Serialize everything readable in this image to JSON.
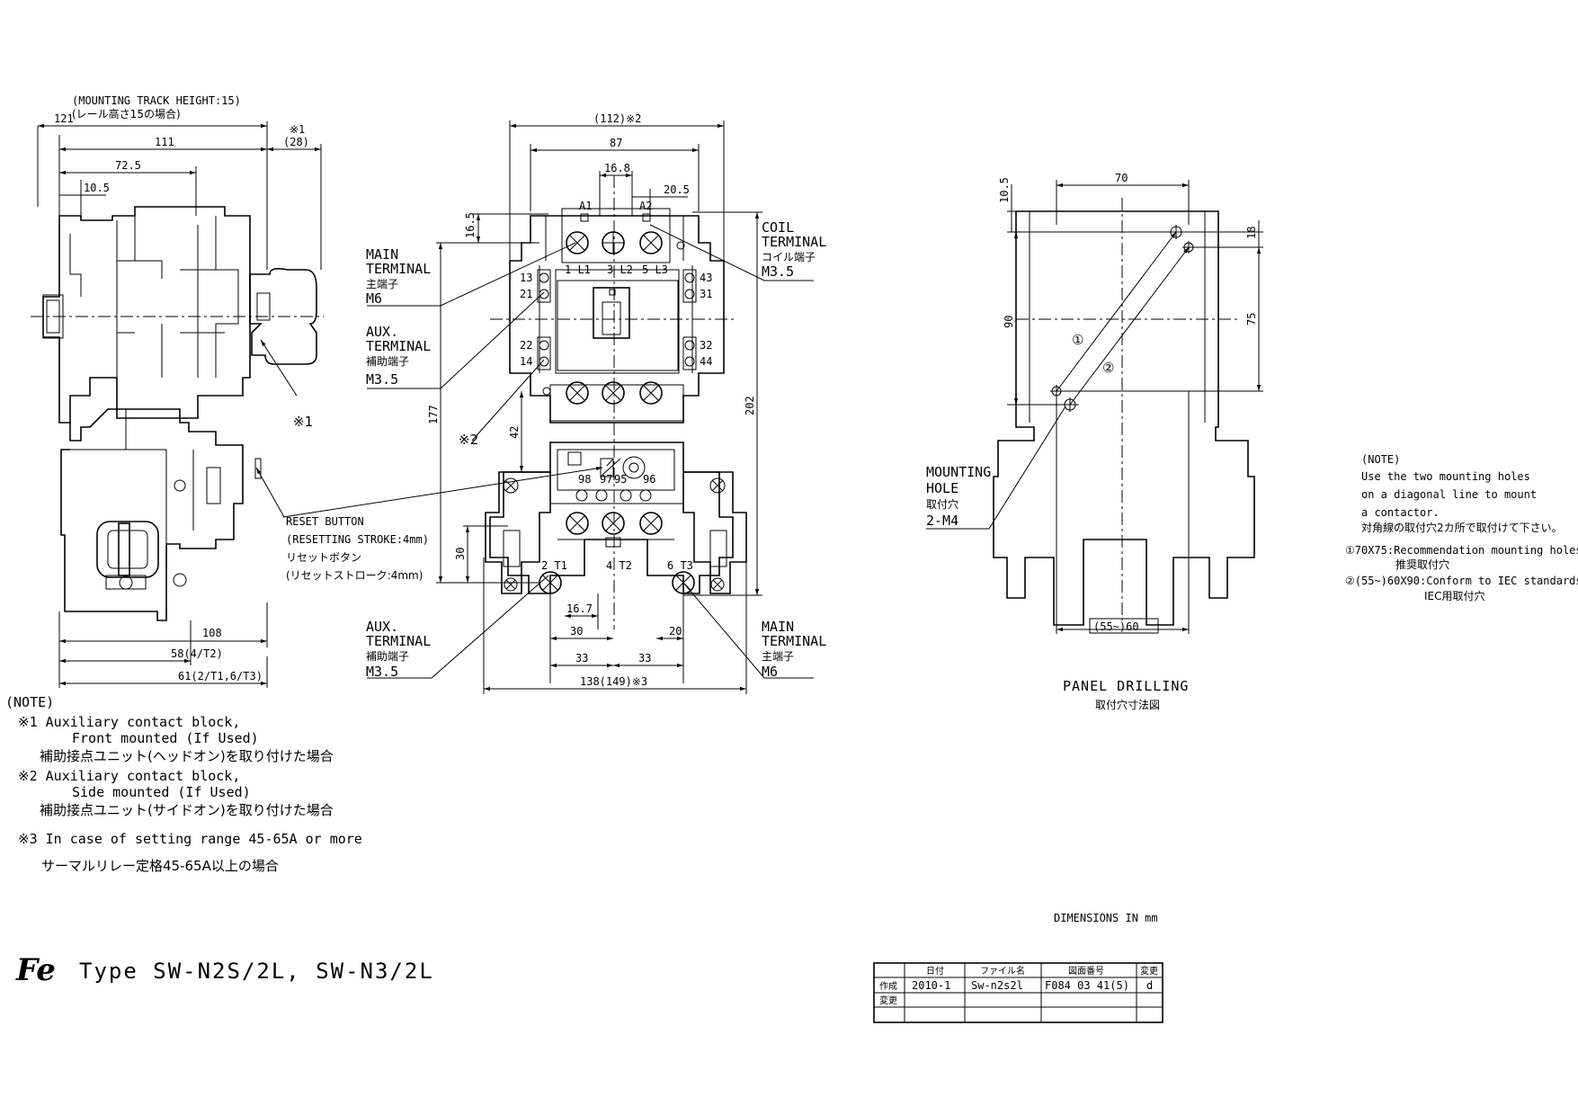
{
  "left_view": {
    "track_note_en": "(MOUNTING TRACK HEIGHT:15)",
    "track_note_jp": "(レール高さ15の場合)",
    "dims": {
      "d121": "121",
      "d111": "111",
      "d72_5": "72.5",
      "d10_5": "10.5",
      "aux_ref": "※1",
      "d28": "(28)",
      "d108": "108",
      "d58": "58(4/T2)",
      "d61": "61(2/T1,6/T3)"
    },
    "mark1": "※1"
  },
  "front_view": {
    "dims": {
      "d112": "(112)※2",
      "d87": "87",
      "d16_8": "16.8",
      "d20_5": "20.5",
      "d16_5": "16.5",
      "d177": "177",
      "d202": "202",
      "d42": "42",
      "d30v": "30",
      "d16_7": "16.7",
      "d30": "30",
      "d20": "20",
      "d33a": "33",
      "d33b": "33",
      "d138": "138(149)※3"
    },
    "terminals": {
      "a1": "A1",
      "a2": "A2",
      "l1": "1 L1",
      "l2": "3 L2",
      "l3": "5 L3",
      "t1": "2 T1",
      "t2": "4 T2",
      "t3": "6 T3",
      "n13": "13",
      "n21": "21",
      "n22": "22",
      "n14": "14",
      "n43": "43",
      "n31": "31",
      "n32": "32",
      "n44": "44",
      "n98": "98",
      "n97": "97",
      "n95": "95",
      "n96": "96"
    },
    "labels": {
      "main_terminal_top": [
        "MAIN",
        "TERMINAL",
        "主端子",
        "M6"
      ],
      "aux_terminal_top": [
        "AUX.",
        "TERMINAL",
        "補助端子",
        "M3.5"
      ],
      "coil_terminal": [
        "COIL",
        "TERMINAL",
        "コイル端子",
        "M3.5"
      ],
      "aux_terminal_bottom": [
        "AUX.",
        "TERMINAL",
        "補助端子",
        "M3.5"
      ],
      "main_terminal_bottom": [
        "MAIN",
        "TERMINAL",
        "主端子",
        "M6"
      ],
      "mark2": "※2"
    },
    "reset": {
      "line1": "RESET BUTTON",
      "line2": "(RESETTING STROKE:4mm)",
      "line3": "リセットボタン",
      "line4": "(リセットストローク:4mm)"
    }
  },
  "panel_view": {
    "dims": {
      "d70": "70",
      "d10_5": "10.5",
      "d18": "18",
      "d90": "90",
      "d75": "75",
      "d55_60": "(55~)60"
    },
    "circle1": "①",
    "circle2": "②",
    "mounting": [
      "MOUNTING",
      "HOLE",
      "取付穴",
      "2-M4"
    ],
    "caption_en": "PANEL DRILLING",
    "caption_jp": "取付穴寸法図"
  },
  "right_notes": {
    "head": "(NOTE)",
    "l1": "Use the two mounting holes",
    "l2": "on a diagonal line to mount",
    "l3": "a contactor.",
    "l4": "対角線の取付穴2カ所で取付けて下さい。",
    "l5": "①70X75:Recommendation mounting holes",
    "l6": "推奨取付穴",
    "l7": "②(55~)60X90:Conform to IEC standards",
    "l8": "IEC用取付穴"
  },
  "left_notes": {
    "head": "(NOTE)",
    "n1a": "※1 Auxiliary contact block,",
    "n1b": "Front mounted (If Used)",
    "n1c": "補助接点ユニット(ヘッドオン)を取り付けた場合",
    "n2a": "※2 Auxiliary contact block,",
    "n2b": "Side mounted (If Used)",
    "n2c": "補助接点ユニット(サイドオン)を取り付けた場合",
    "n3a": "※3 In case of setting range 45-65A or more",
    "n3b": "サーマルリレー定格45-65A以上の場合"
  },
  "footer": {
    "logo": "Fe",
    "type_text": "Type SW-N2S/2L, SW-N3/2L",
    "dimensions": "DIMENSIONS IN mm"
  },
  "title_block": {
    "headers": [
      "日付",
      "ファイル名",
      "図面番号",
      "変更"
    ],
    "row_labels": [
      "作成",
      "変更"
    ],
    "row1": [
      "2010-1",
      "Sw-n2s2l",
      "F084 03 41(5)",
      "d"
    ]
  }
}
